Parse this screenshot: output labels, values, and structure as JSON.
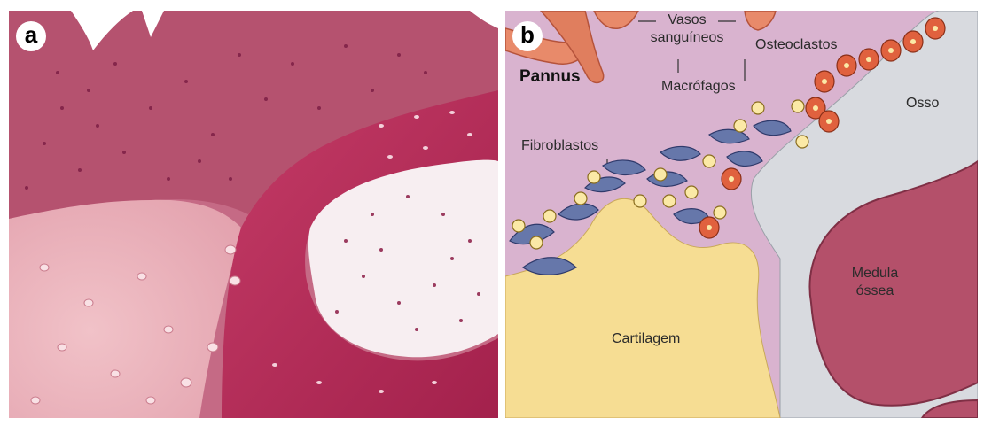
{
  "panel_a": {
    "letter": "a"
  },
  "panel_b": {
    "letter": "b",
    "labels": {
      "vasos": "Vasos",
      "sanguineos": "sanguíneos",
      "osteoclastos": "Osteoclastos",
      "pannus": "Pannus",
      "macrofagos": "Macrófagos",
      "osso": "Osso",
      "fibroblastos": "Fibroblastos",
      "medula_1": "Medula",
      "medula_2": "óssea",
      "cartilagem": "Cartilagem"
    }
  },
  "colors": {
    "pannus_bg": "#d9b3cf",
    "cartilage": "#f6dd93",
    "bone": "#d8dadf",
    "marrow": "#b4506a",
    "osteoclast": "#e0613e",
    "histology_pink": "#e8a9b4",
    "histology_dark": "#a5224e"
  }
}
